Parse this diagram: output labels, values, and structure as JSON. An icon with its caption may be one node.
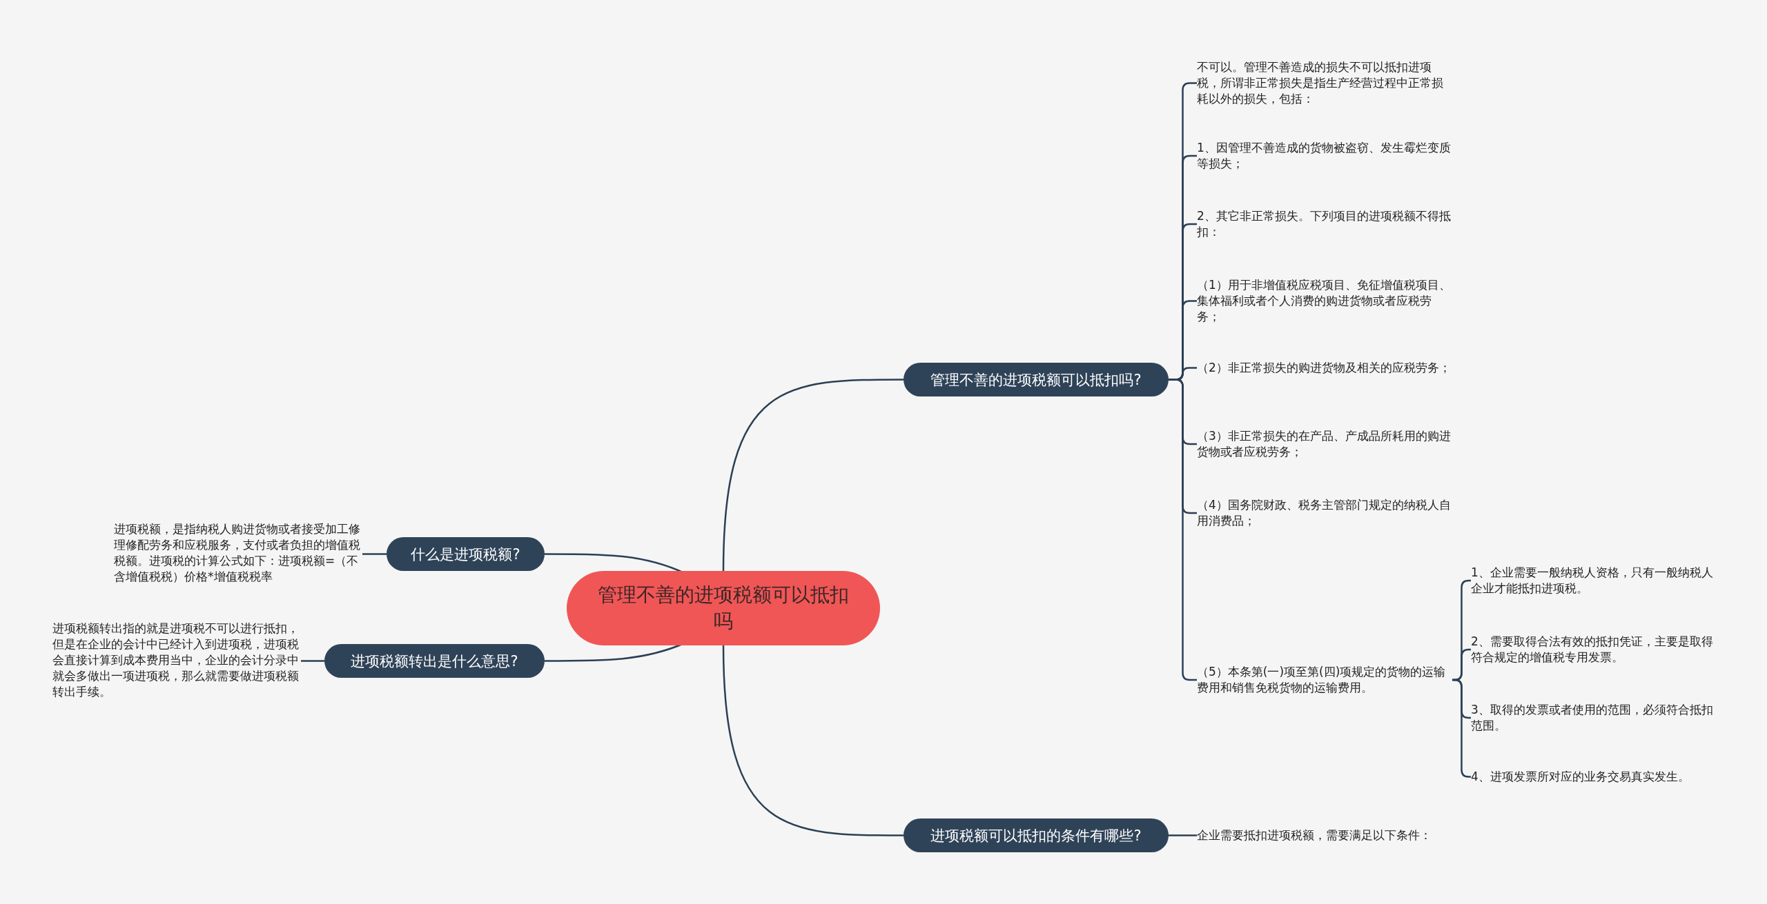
{
  "diagram": {
    "nodes": [
      {
        "text": [
          "管理不善的进项税额可以抵扣吗"
        ]
      },
      {
        "text": [
          "管理不善的进项税额可以抵扣吗?"
        ]
      },
      {
        "text": [
          "不可以。管理不善造成的损失不可以抵扣进项税，所谓非正常损失是指生产经营过程中正常损耗以外的损失，包括："
        ]
      },
      {
        "text": [
          "1、因管理不善造成的货物被盗窃、发生霉烂变质等损失；"
        ]
      },
      {
        "text": [
          "2、其它非正常损失。下列项目的进项税额不得抵扣："
        ]
      },
      {
        "text": [
          "（1）用于非增值税应税项目、免征增值税项目、集体福利或者个人消费的购进货物或者应税劳务；"
        ]
      },
      {
        "text": [
          "（2）非正常损失的购进货物及相关的应税劳务；"
        ]
      },
      {
        "text": [
          "（3）非正常损失的在产品、产成品所耗用的购进货物或者应税劳务；"
        ]
      },
      {
        "text": [
          "（4）国务院财政、税务主管部门规定的纳税人自用消费品；"
        ]
      },
      {
        "text": [
          "（5）本条第(一)项至第(四)项规定的货物的运输费用和销售免税货物的运输费用。"
        ]
      },
      {
        "text": [
          "1、企业需要一般纳税人资格，只有一般纳税人企业才能抵扣进项税。"
        ]
      },
      {
        "text": [
          "2、需要取得合法有效的抵扣凭证，主要是取得符合规定的增值税专用发票。"
        ]
      },
      {
        "text": [
          "3、取得的发票或者使用的范围，必须符合抵扣范围。"
        ]
      },
      {
        "text": [
          "4、进项发票所对应的业务交易真实发生。"
        ]
      },
      {
        "text": [
          "什么是进项税额?"
        ]
      },
      {
        "text": [
          "进项税额，是指纳税人购进货物或者接受加工修理修配劳务和应税服务，支付或者负担的增值税税额。进项税的计算公式如下：进项税额=（不含增值税税）价格*增值税税率"
        ]
      },
      {
        "text": [
          "进项税额转出是什么意思?"
        ]
      },
      {
        "text": [
          "进项税额转出指的就是进项税不可以进行抵扣，但是在企业的会计中已经计入到进项税，进项税会直接计算到成本费用当中，企业的会计分录中就会多做出一项进项税，那么就需要做进项税额转出手续。"
        ]
      },
      {
        "text": [
          "进项税额可以抵扣的条件有哪些?"
        ]
      },
      {
        "text": [
          "企业需要抵扣进项税额，需要满足以下条件："
        ]
      }
    ],
    "edges": [
      {
        "from": 0,
        "to": 1,
        "arrow": "none"
      },
      {
        "from": 1,
        "to": 2,
        "arrow": "none"
      },
      {
        "from": 1,
        "to": 3,
        "arrow": "none"
      },
      {
        "from": 1,
        "to": 4,
        "arrow": "none"
      },
      {
        "from": 1,
        "to": 5,
        "arrow": "none"
      },
      {
        "from": 1,
        "to": 6,
        "arrow": "none"
      },
      {
        "from": 1,
        "to": 7,
        "arrow": "none"
      },
      {
        "from": 1,
        "to": 8,
        "arrow": "none"
      },
      {
        "from": 1,
        "to": 9,
        "arrow": "none"
      },
      {
        "from": 9,
        "to": 10,
        "arrow": "none"
      },
      {
        "from": 9,
        "to": 11,
        "arrow": "none"
      },
      {
        "from": 9,
        "to": 12,
        "arrow": "none"
      },
      {
        "from": 9,
        "to": 13,
        "arrow": "none"
      },
      {
        "from": 0,
        "to": 14,
        "arrow": "none"
      },
      {
        "from": 14,
        "to": 15,
        "arrow": "none"
      },
      {
        "from": 0,
        "to": 16,
        "arrow": "none"
      },
      {
        "from": 16,
        "to": 17,
        "arrow": "none"
      },
      {
        "from": 0,
        "to": 18,
        "arrow": "none"
      },
      {
        "from": 18,
        "to": 19,
        "arrow": "none"
      }
    ]
  }
}
